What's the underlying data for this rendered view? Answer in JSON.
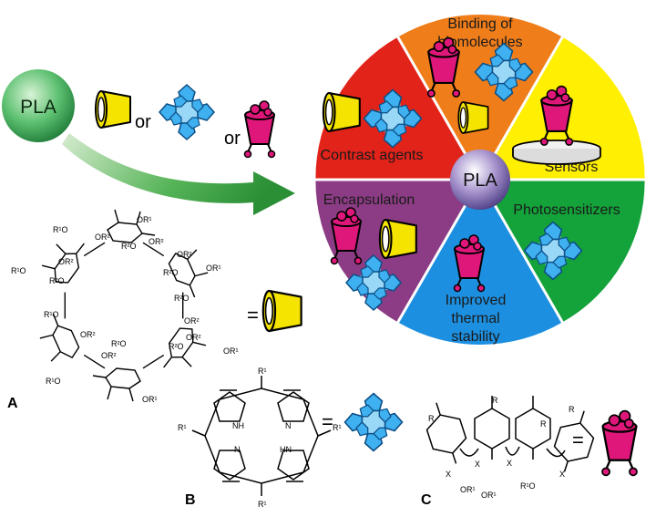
{
  "pla_label": "PLA",
  "or_label": "or",
  "equals_label": "=",
  "wheel": {
    "center_label": "PLA",
    "segments": [
      {
        "id": "contrast",
        "label_lines": [
          "Contrast agents"
        ],
        "color": "#e2231a"
      },
      {
        "id": "binding",
        "label_lines": [
          "Binding of",
          "biomolecules"
        ],
        "color": "#ef7d1a"
      },
      {
        "id": "sensors",
        "label_lines": [
          "Sensors"
        ],
        "color": "#ffef00"
      },
      {
        "id": "photo",
        "label_lines": [
          "Photosensitizers"
        ],
        "color": "#14a23a"
      },
      {
        "id": "thermal",
        "label_lines": [
          "Improved",
          "thermal",
          "stability"
        ],
        "color": "#1d8fe0"
      },
      {
        "id": "encap",
        "label_lines": [
          "Encapsulation"
        ],
        "color": "#8c3c84"
      }
    ]
  },
  "panels": {
    "a": "A",
    "b": "B",
    "c": "C"
  },
  "cyclodextrin_labels": [
    "OR¹",
    "R¹O",
    "OR²",
    "R²O",
    "OR²",
    "OR²",
    "R²O",
    "OR¹",
    "R¹O",
    "OR²",
    "R²O",
    "R²O",
    "OR²",
    "OR²",
    "R²O",
    "OR¹",
    "R¹O",
    "OR²",
    "R²O",
    "OR²",
    "R¹O",
    "OR¹"
  ],
  "porphyrin_labels": {
    "r1": "R¹",
    "nh": "NH",
    "n": "N",
    "hn": "HN"
  },
  "calixarene_labels": {
    "r": "R",
    "x": "X",
    "or1": "OR¹",
    "r1o": "R¹O"
  },
  "colors": {
    "yellow": "#f5e400",
    "blue": "#3fb0f0",
    "magenta": "#e0177a",
    "arrow": "#2d9a3c"
  }
}
